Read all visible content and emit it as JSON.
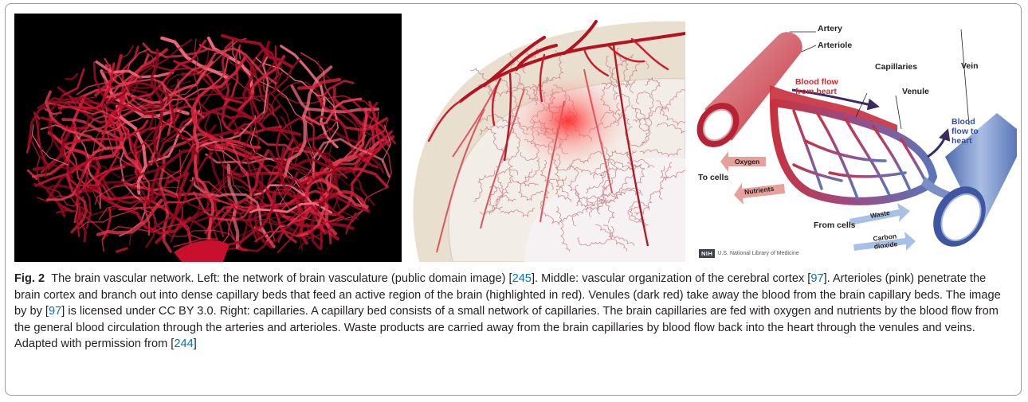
{
  "figure": {
    "right_panel": {
      "labels": {
        "artery": "Artery",
        "arteriole": "Arteriole",
        "capillaries": "Capillaries",
        "vein": "Vein",
        "venule": "Venule",
        "blood_flow_from_heart": [
          "Blood flow",
          "from heart"
        ],
        "blood_flow_to_heart": [
          "Blood",
          "flow to",
          "heart"
        ],
        "to_cells": "To cells",
        "from_cells": "From cells",
        "oxygen": "Oxygen",
        "nutrients": "Nutrients",
        "waste": "Waste",
        "carbon_dioxide": [
          "Carbon",
          "dioxide"
        ]
      },
      "credit": {
        "logo": "NIH",
        "text": "U.S. National Library of Medicine"
      },
      "colors": {
        "artery": "#c8323f",
        "vein": "#5a76b8",
        "oxygen_arrow": "#e8a09a",
        "waste_arrow": "#a9c0e6"
      }
    },
    "caption": {
      "label": "Fig. 2",
      "seg1": "The brain vascular network. Left: the network of brain vasculature (public domain image) [",
      "ref1": "245",
      "seg2": "]. Middle: vascular organization of the cerebral cortex [",
      "ref2": "97",
      "seg3": "]. Arterioles (pink) penetrate the brain cortex and branch out into dense capillary beds that feed an active region of the brain (highlighted in red). Venules (dark red) take away the blood from the brain capillary beds. The image by by [",
      "ref3": "97",
      "seg4": "] is licensed under CC BY 3.0. Right: capillaries. A capillary bed consists of a small network of capillaries. The brain capillaries are fed with oxygen and nutrients by the blood flow from the general blood circulation through the arteries and arterioles. Waste products are carried away from the brain capillaries by blood flow back into the heart through the venules and veins. Adapted with permission from [",
      "ref4": "244",
      "seg5": "]"
    }
  }
}
